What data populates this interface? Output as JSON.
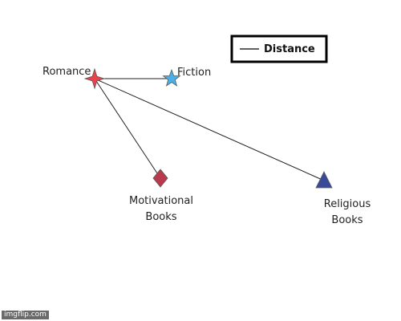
{
  "legend": {
    "label": "Distance"
  },
  "nodes": [
    {
      "id": "romance",
      "label_lines": [
        "Romance"
      ],
      "shape": "four-point-star",
      "color": "#e8424a"
    },
    {
      "id": "fiction",
      "label_lines": [
        "Fiction"
      ],
      "shape": "five-point-star",
      "color": "#4ab0e8"
    },
    {
      "id": "motivational",
      "label_lines": [
        "Motivational",
        "Books"
      ],
      "shape": "diamond",
      "color": "#b83a4c"
    },
    {
      "id": "religious",
      "label_lines": [
        "Religious",
        "Books"
      ],
      "shape": "triangle",
      "color": "#3a4a9a"
    }
  ],
  "edges": [
    {
      "from": "romance",
      "to": "fiction"
    },
    {
      "from": "romance",
      "to": "motivational"
    },
    {
      "from": "romance",
      "to": "religious"
    }
  ],
  "watermark": "imgflip.com"
}
